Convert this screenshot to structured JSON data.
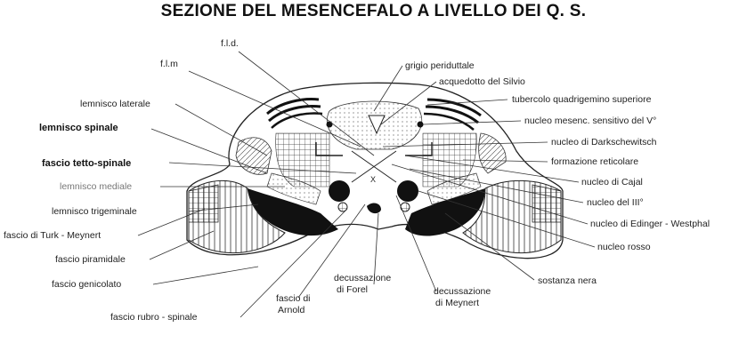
{
  "title": "SEZIONE DEL MESENCEFALO A LIVELLO DEI Q. S.",
  "labels": {
    "fld": "f.l.d.",
    "flm": "f.l.m",
    "lemnisco_laterale": "lemnisco laterale",
    "lemnisco_spinale": "lemnisco spinale",
    "fascio_tetto_spinale": "fascio tetto-spinale",
    "lemnisco_mediale": "lemnisco mediale",
    "lemnisco_trigeminale": "lemnisco trigeminale",
    "fascio_turk_meynert": "fascio di Turk - Meynert",
    "fascio_piramidale": "fascio piramidale",
    "fascio_genicolato": "fascio genicolato",
    "fascio_rubro_spinale": "fascio rubro - spinale",
    "fascio_di_arnold_1": "fascio di",
    "fascio_di_arnold_2": "Arnold",
    "decussazione_forel_1": "decussazione",
    "decussazione_forel_2": "di Forel",
    "decussazione_meynert_1": "decussazione",
    "decussazione_meynert_2": "di Meynert",
    "grigio_periduttale": "grigio periduttale",
    "acquedotto_silvio": "acquedotto del Silvio",
    "tubercolo_quadrigemino": "tubercolo quadrigemino superiore",
    "nucleo_mesenc": "nucleo mesenc. sensitivo del V°",
    "nucleo_darkschewitsch": "nucleo di Darkschewitsch",
    "formazione_reticolare": "formazione reticolare",
    "nucleo_cajal": "nucleo di Cajal",
    "nucleo_III": "nucleo del III°",
    "nucleo_edinger": "nucleo di Edinger - Westphal",
    "nucleo_rosso": "nucleo rosso",
    "sostanza_nera": "sostanza nera",
    "cross_mark": "X"
  }
}
